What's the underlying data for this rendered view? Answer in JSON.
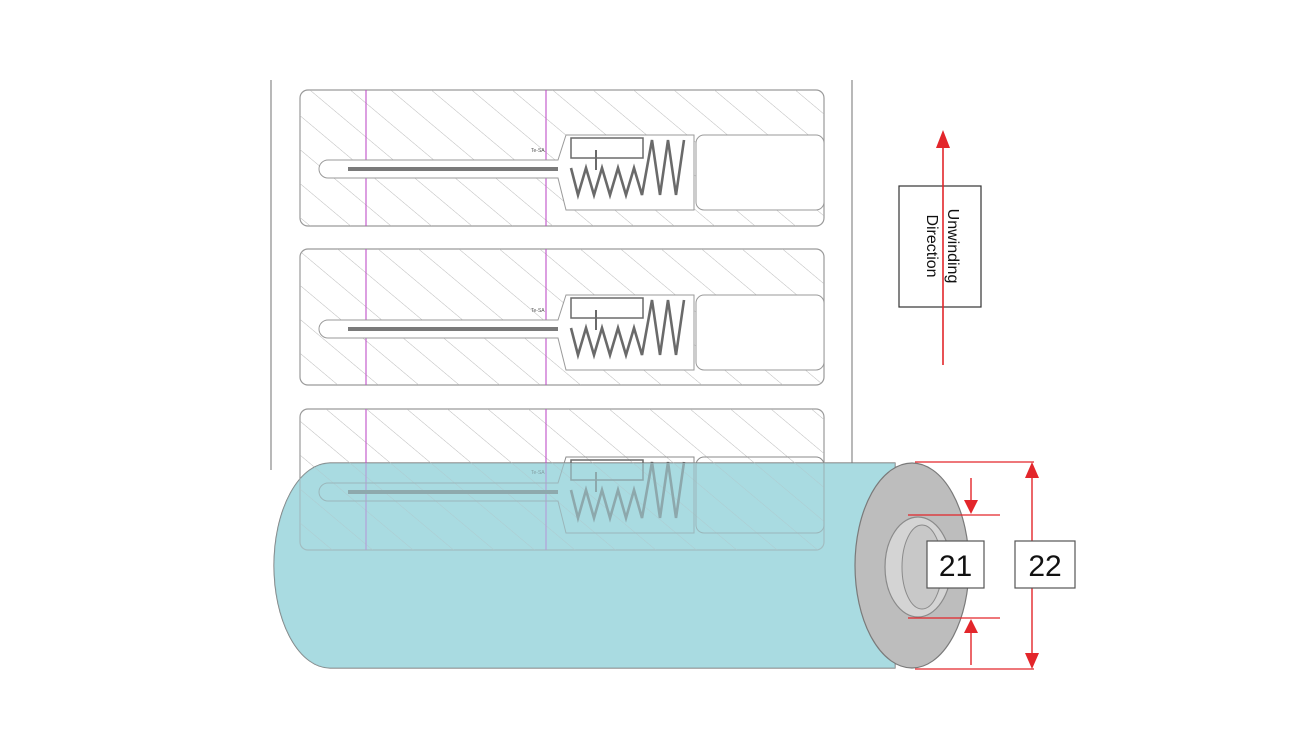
{
  "diagram": {
    "direction_label_line1": "Unwinding",
    "direction_label_line2": "Direction",
    "inner_core_label": "21",
    "outer_roll_label": "22",
    "tag_marking": "Te-SA"
  },
  "colors": {
    "roll_fill": "#a9dbe1",
    "core_fill": "#bdbdbd",
    "dimension_red": "#e3262b",
    "guide_magenta": "#c050c8",
    "hatch": "#b4b4b4",
    "label_outline": "#9a9a9a",
    "antenna": "#6a6a6a"
  },
  "labels": [
    {
      "id": 1
    },
    {
      "id": 2
    },
    {
      "id": 3
    }
  ]
}
